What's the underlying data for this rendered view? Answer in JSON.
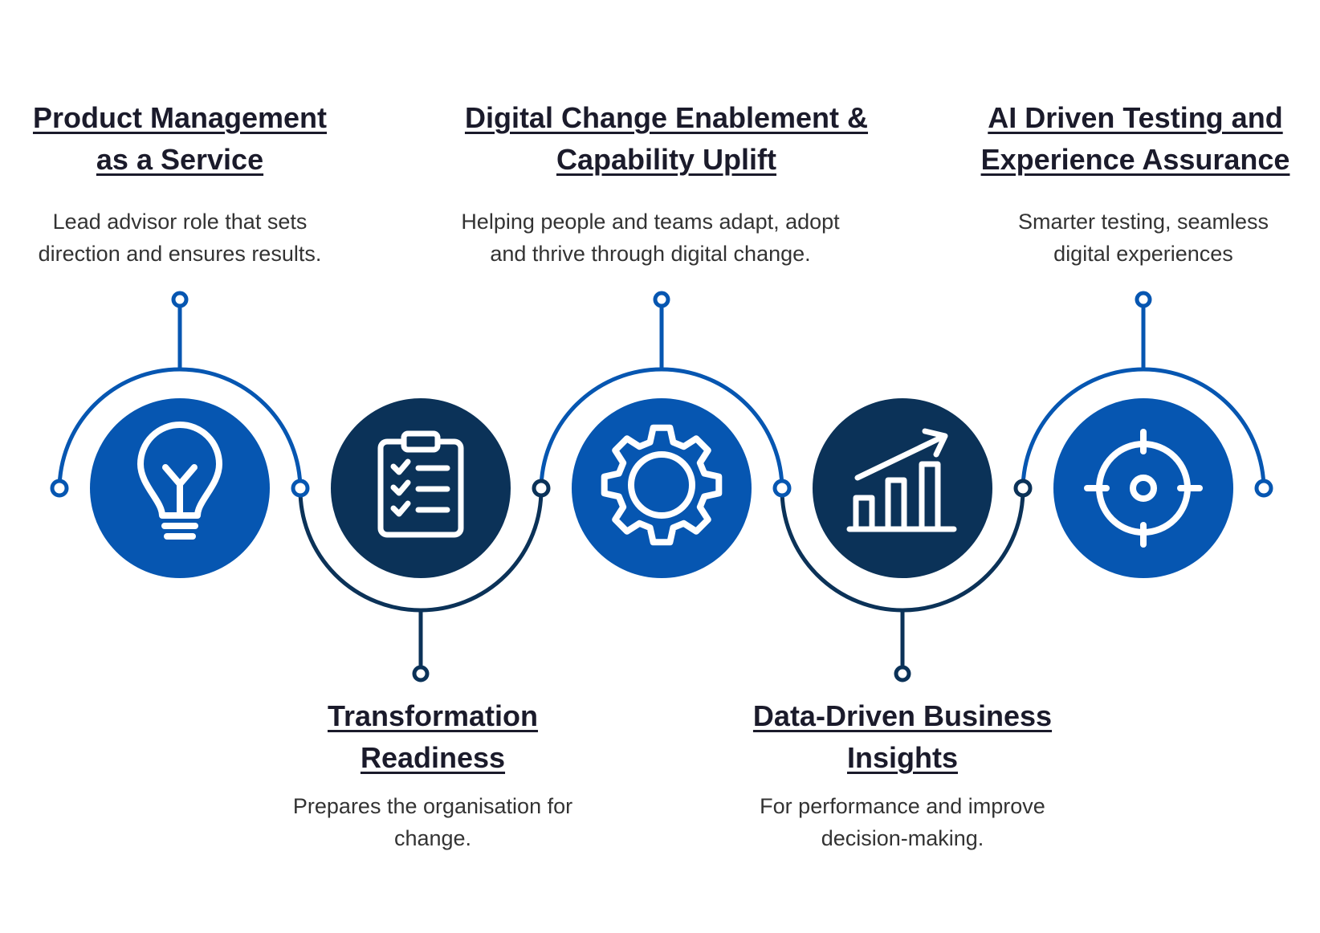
{
  "colors": {
    "blue": "#0656b1",
    "navy": "#0b3258",
    "icon": "#ffffff",
    "title": "#1b1b2b",
    "text": "#333333"
  },
  "steps": [
    {
      "title_lines": [
        "Product Management",
        "as a Service"
      ],
      "desc_lines": [
        "Lead advisor role that sets",
        "direction and ensures results."
      ],
      "icon": "lightbulb-icon"
    },
    {
      "title_lines": [
        "Transformation",
        "Readiness"
      ],
      "desc_lines": [
        "Prepares the organisation for",
        "change."
      ],
      "icon": "clipboard-checklist-icon"
    },
    {
      "title_lines": [
        "Digital Change Enablement &",
        "Capability Uplift"
      ],
      "desc_lines": [
        "Helping people and teams adapt, adopt",
        "and thrive through digital change."
      ],
      "icon": "gear-icon"
    },
    {
      "title_lines": [
        "Data-Driven Business",
        "Insights"
      ],
      "desc_lines": [
        "For performance and improve",
        "decision-making."
      ],
      "icon": "growth-chart-icon"
    },
    {
      "title_lines": [
        "AI Driven Testing and",
        "Experience Assurance"
      ],
      "desc_lines": [
        "Smarter testing, seamless",
        "digital experiences"
      ],
      "icon": "target-crosshair-icon"
    }
  ]
}
